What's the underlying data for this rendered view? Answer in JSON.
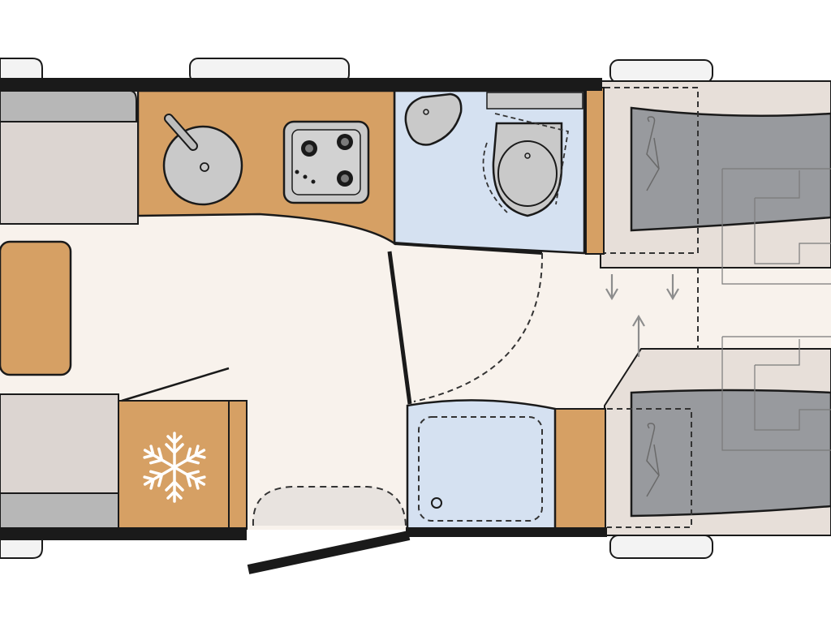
{
  "colors": {
    "background": "#ffffff",
    "floor": "#f8f2ec",
    "wood": "#d6a064",
    "upholstery": "#dcd5d1",
    "cushion": "#b7b7b7",
    "bath": "#d5e1f1",
    "mattress": "#989a9e",
    "bed_frame": "#e7dfd9",
    "metal": "#c9c9c9",
    "outline": "#1a1a1a",
    "dash": "#333333",
    "arrow": "#8d8d8d",
    "window": "#f3f3f3"
  },
  "icons": {
    "fridge": "snowflake-icon",
    "sink": "sink-icon",
    "hob": "stove-icon",
    "toilet": "toilet-icon",
    "washbasin": "washbasin-icon",
    "shower_drain": "drain-icon",
    "hanger": "hanger-icon",
    "direction": "arrow-icon"
  },
  "features": {
    "hob_burners_visible": 3,
    "bed_direction_arrows": [
      "down",
      "down",
      "up"
    ],
    "beds": [
      "single-bed-upper",
      "single-bed-lower"
    ]
  }
}
